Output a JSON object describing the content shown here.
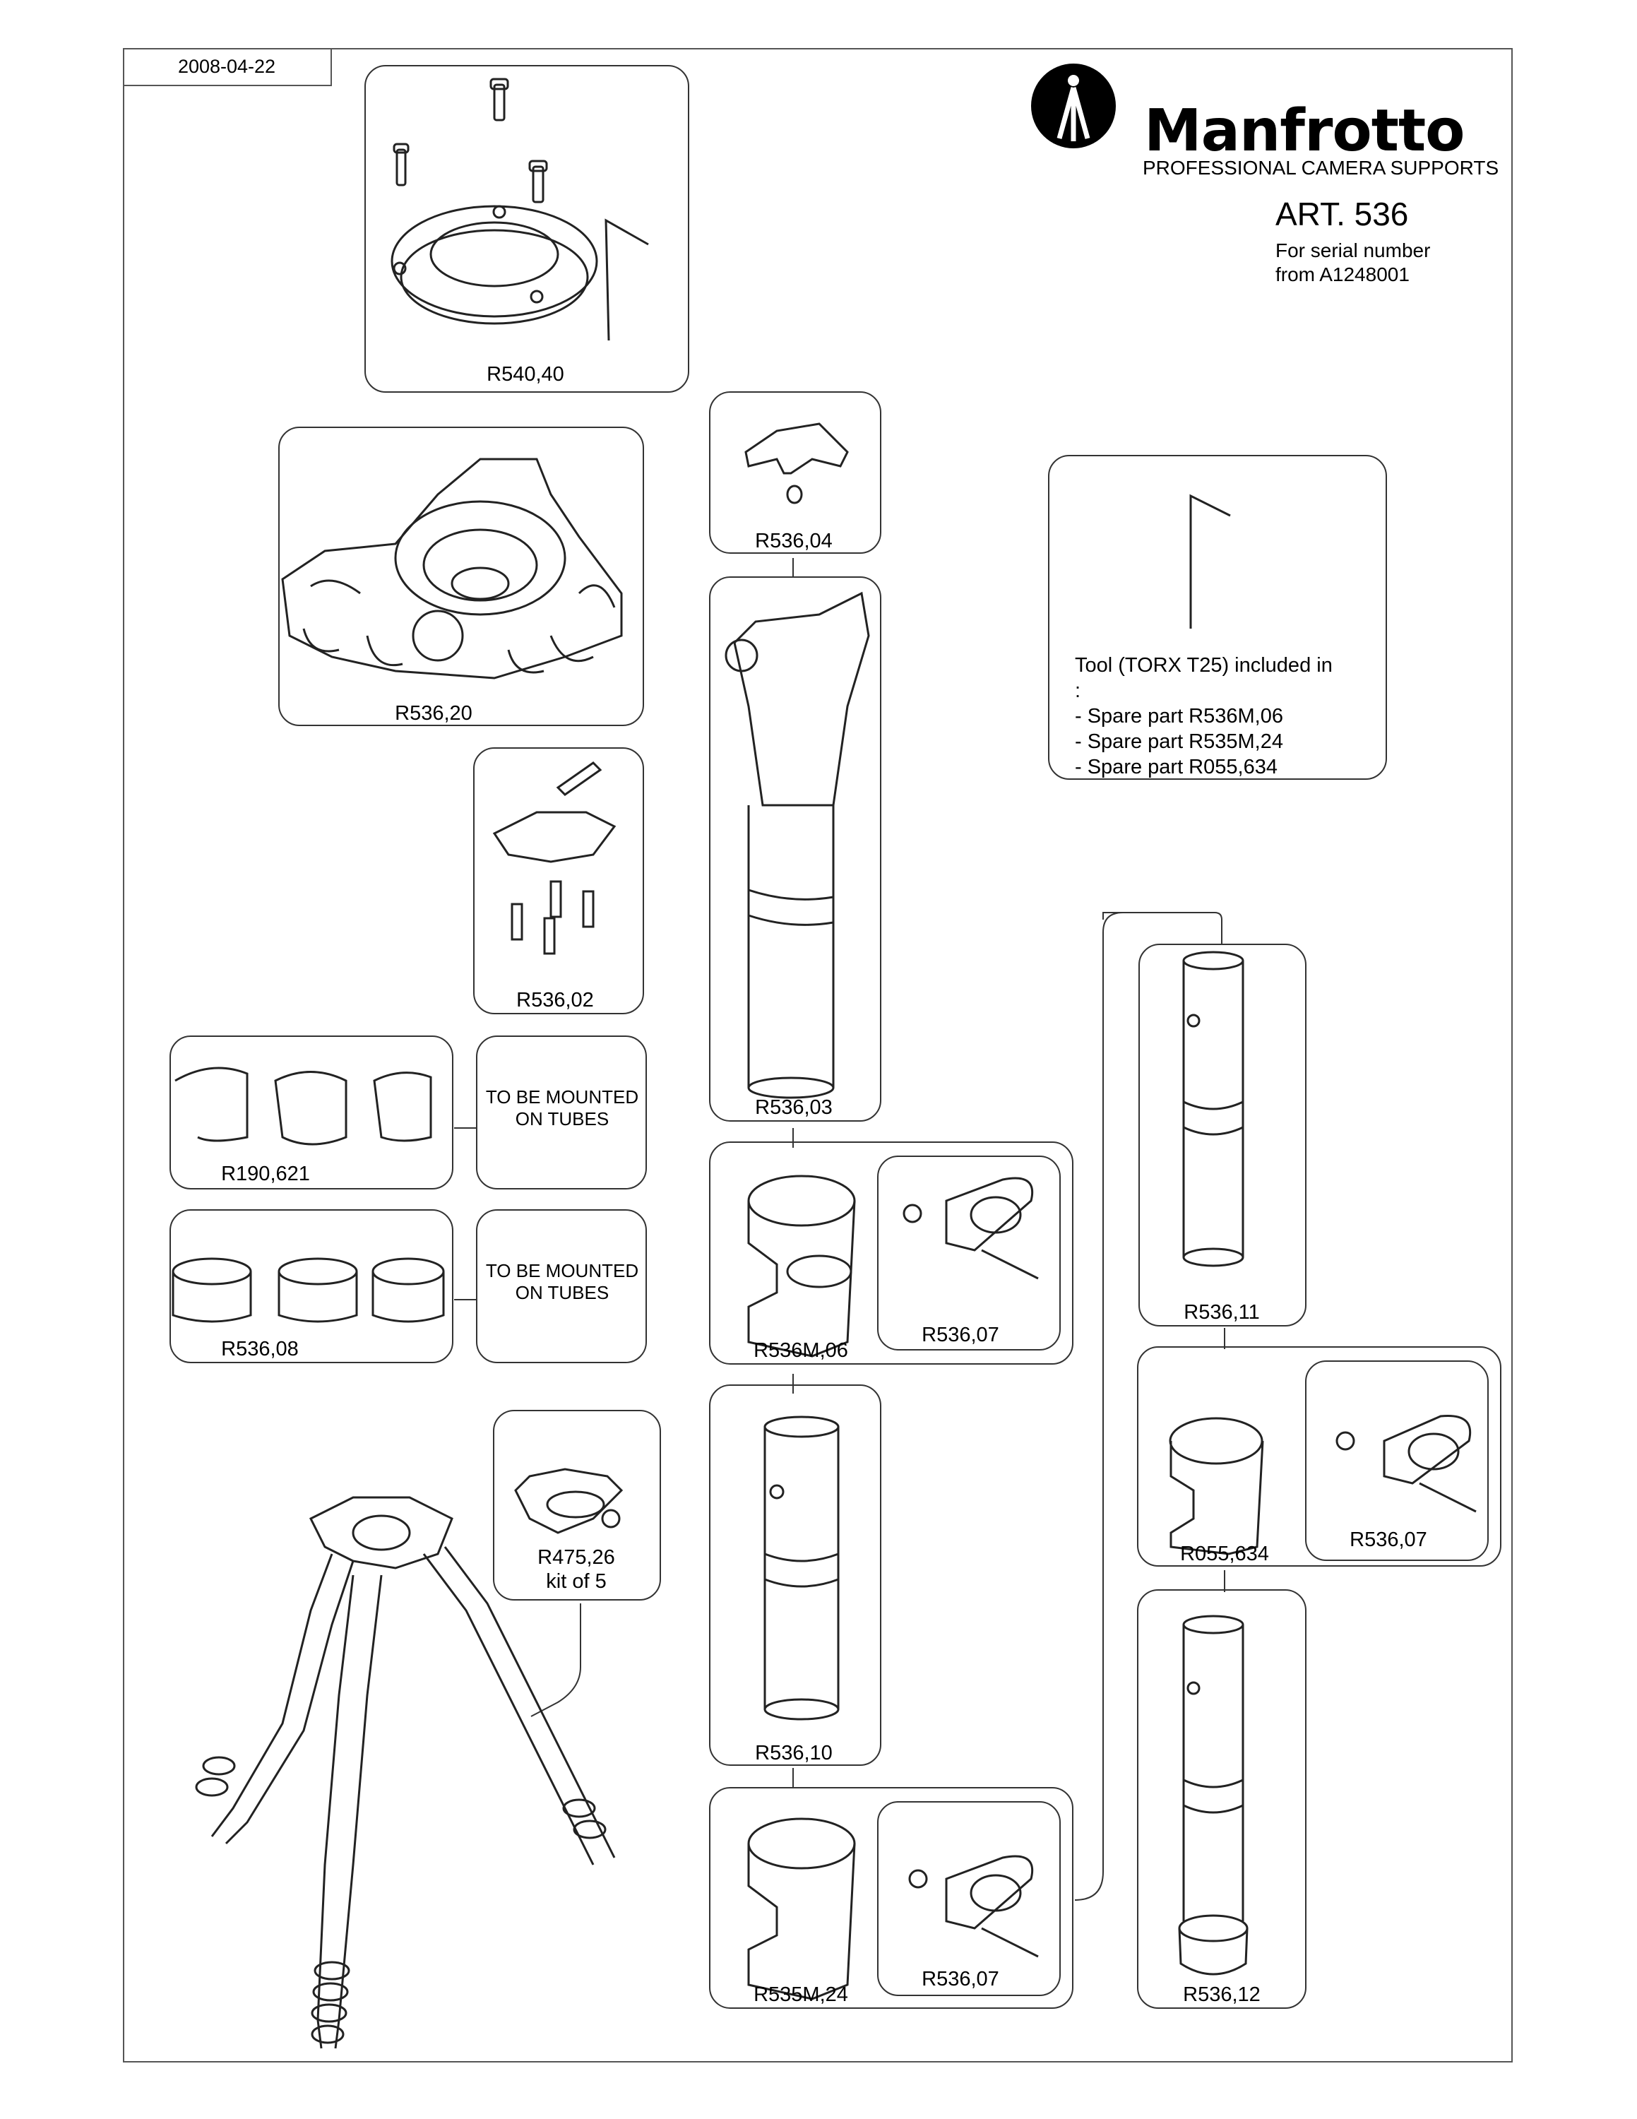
{
  "date": "2008-04-22",
  "brand": {
    "name": "Manfrotto",
    "tagline": "PROFESSIONAL CAMERA SUPPORTS",
    "article": "ART. 536",
    "serial_line1": "For serial number",
    "serial_line2": "from A1248001"
  },
  "tool_note": {
    "title": "Tool (TORX T25) included in",
    "colon": ":",
    "items": [
      "- Spare part R536M,06",
      "- Spare part R535M,24",
      "- Spare part R055,634"
    ]
  },
  "parts": {
    "r540_40": "R540,40",
    "r536_20": "R536,20",
    "r536_04": "R536,04",
    "r536_02": "R536,02",
    "r536_03": "R536,03",
    "r190_621": "R190,621",
    "r536_08": "R536,08",
    "r536m_06": "R536M,06",
    "r536_07_a": "R536,07",
    "r536_11": "R536,11",
    "r055_634": "R055,634",
    "r536_07_b": "R536,07",
    "r536_10": "R536,10",
    "r475_26": "R475,26",
    "r475_26_sub": "kit of 5",
    "r535m_24": "R535M,24",
    "r536_07_c": "R536,07",
    "r536_12": "R536,12"
  },
  "notes": {
    "tubes_1_line1": "TO BE MOUNTED",
    "tubes_1_line2": "ON TUBES",
    "tubes_2_line1": "TO BE MOUNTED",
    "tubes_2_line2": "ON TUBES"
  }
}
